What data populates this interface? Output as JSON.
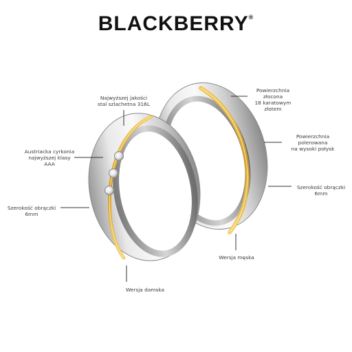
{
  "brand": {
    "name": "BLACKBERRY",
    "mark": "®"
  },
  "labels": {
    "steel": [
      "Najwyższej jakości",
      "stal szlachetna 316L"
    ],
    "zirconia": [
      "Austriacka cyrkonia",
      "najwyższej klasy",
      "AAA"
    ],
    "width_left": [
      "Szerokość obrączki",
      "6mm"
    ],
    "womens": "Wersja damska",
    "gold_surface": [
      "Powierzchnia",
      "złocona",
      "18 karatowym",
      "złotem"
    ],
    "polished": [
      "Powierzchnia",
      "polerowana",
      "na wysoki połysk"
    ],
    "width_right": [
      "Szerokość obrączki",
      "6mm"
    ],
    "mens": "Wersja męska"
  },
  "colors": {
    "steel_light": "#f2f2f2",
    "steel_mid": "#c8c8c8",
    "steel_dark": "#8e8e8e",
    "gold": "#d9a93a",
    "gold_dark": "#b07f16",
    "leader": "#333333"
  }
}
